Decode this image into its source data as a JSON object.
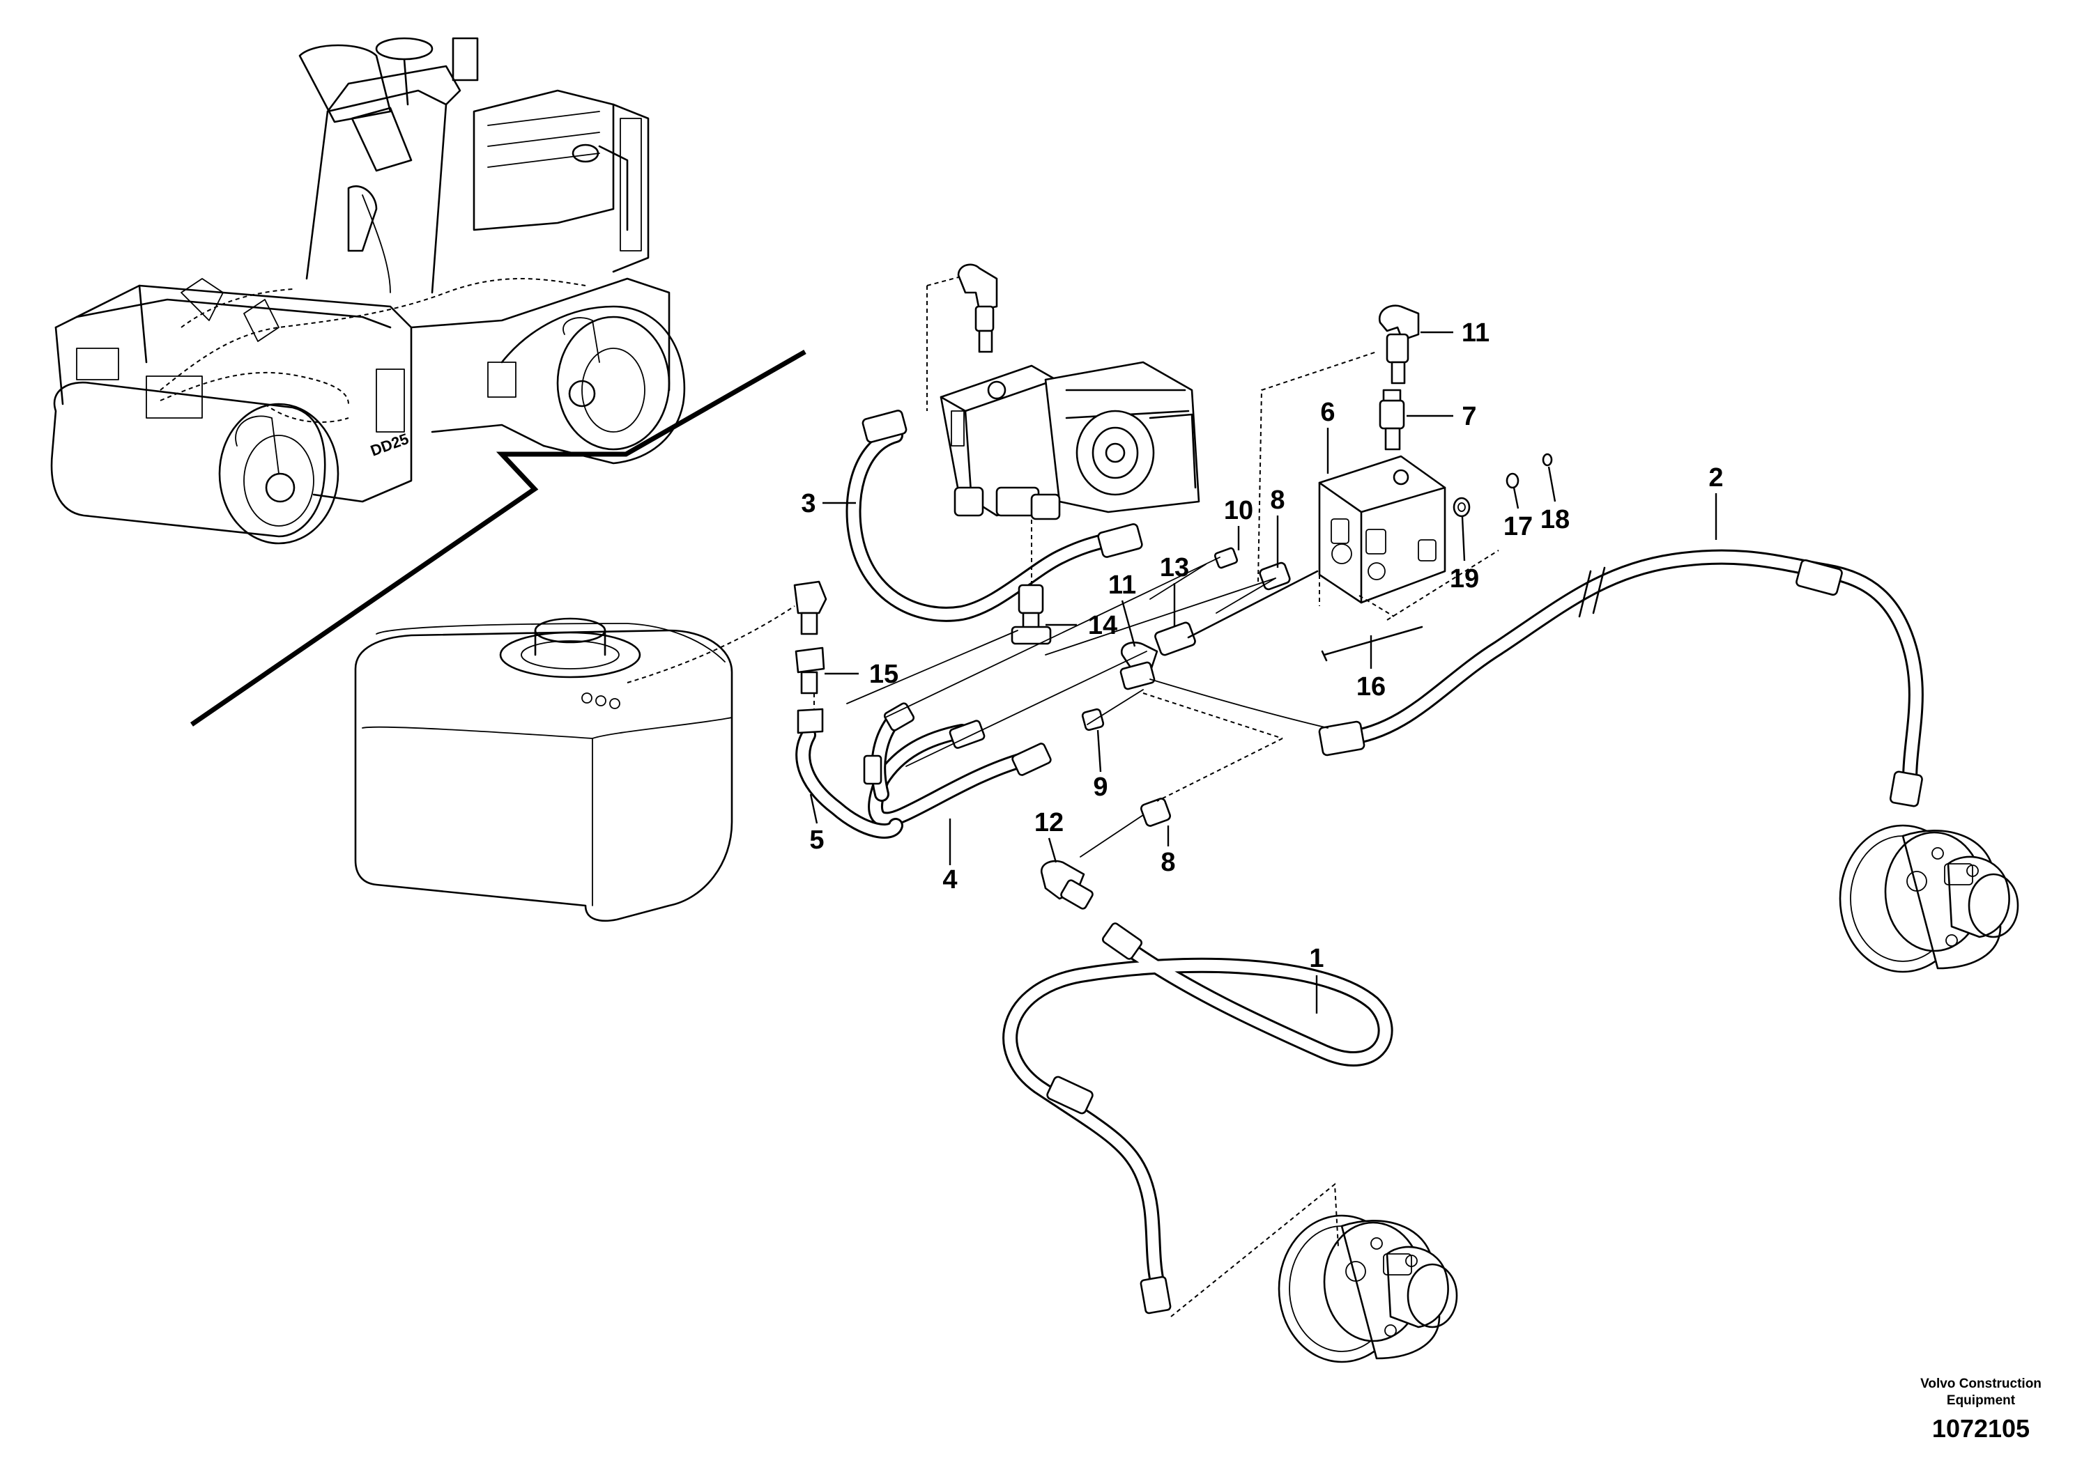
{
  "callouts": [
    {
      "label": "1"
    },
    {
      "label": "2"
    },
    {
      "label": "3"
    },
    {
      "label": "4"
    },
    {
      "label": "5"
    },
    {
      "label": "6"
    },
    {
      "label": "7"
    },
    {
      "label": "8"
    },
    {
      "label": "8"
    },
    {
      "label": "9"
    },
    {
      "label": "10"
    },
    {
      "label": "11"
    },
    {
      "label": "11"
    },
    {
      "label": "12"
    },
    {
      "label": "13"
    },
    {
      "label": "14"
    },
    {
      "label": "15"
    },
    {
      "label": "16"
    },
    {
      "label": "17"
    },
    {
      "label": "18"
    },
    {
      "label": "19"
    }
  ],
  "footer": {
    "brand_line1": "Volvo Construction",
    "brand_line2": "Equipment",
    "doc_number": "1072105"
  }
}
